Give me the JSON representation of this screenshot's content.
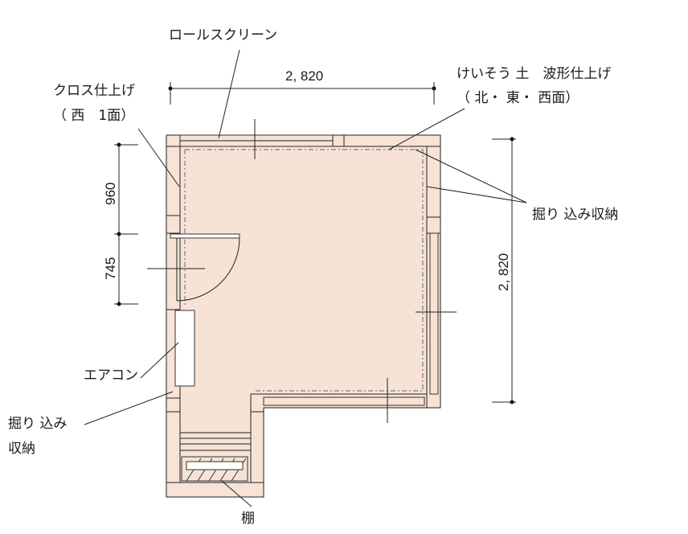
{
  "labels": {
    "roll_screen": "ロールスクリーン",
    "cloth_finish_1": "クロス仕上げ",
    "cloth_finish_2": "（ 西　1面）",
    "keisou_1": "けいそう 土　波形仕上げ",
    "keisou_2": "（ 北・ 東・ 西面）",
    "built_in_storage": "掘り 込み収納",
    "aircon": "エアコン",
    "built_in_storage_left_1": "掘り 込み",
    "built_in_storage_left_2": "収納",
    "shelf": "棚"
  },
  "dimensions": {
    "top_width": "2, 820",
    "right_height": "2, 820",
    "left_upper": "960",
    "left_lower": "745"
  },
  "colors": {
    "floor": "#f6e3d6",
    "line": "#222222"
  }
}
